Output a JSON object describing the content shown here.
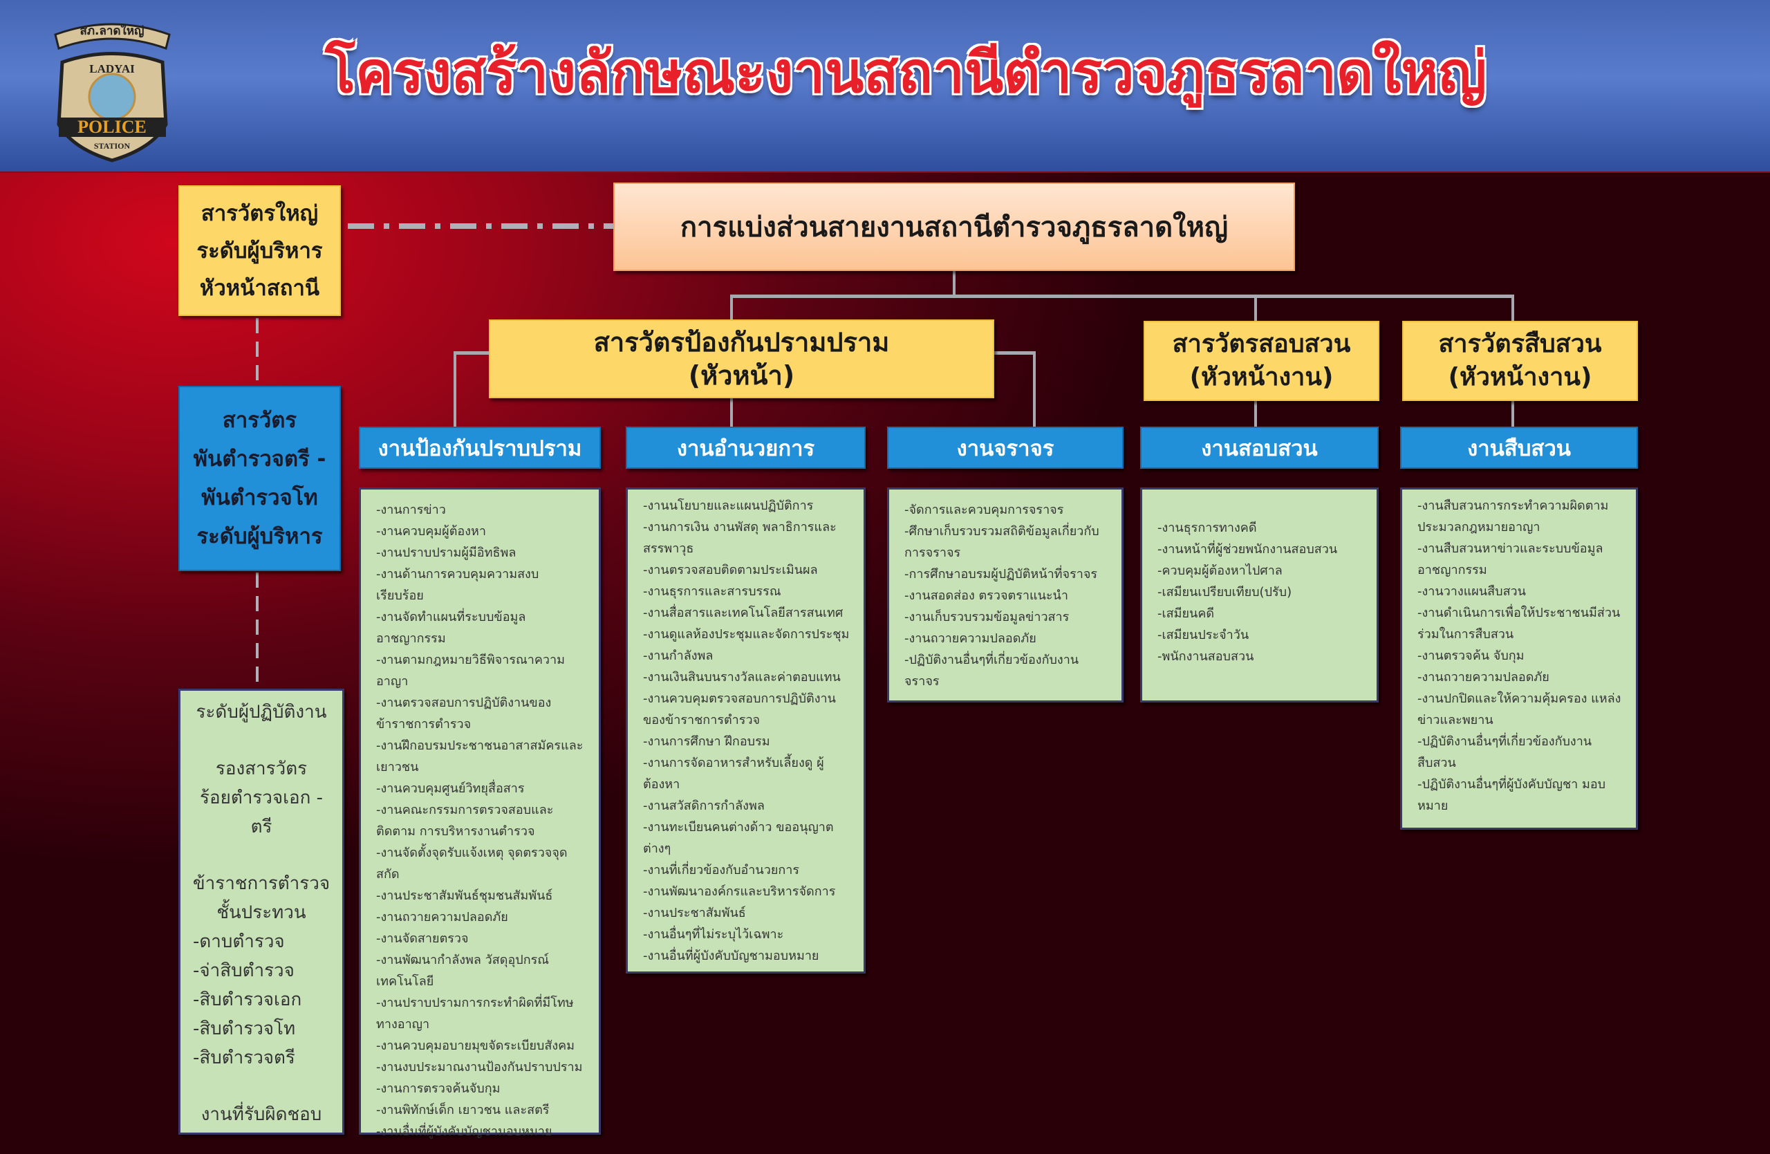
{
  "header": {
    "title": "โครงสร้างลักษณะงานสถานีตำรวจภูธรลาดใหญ่",
    "logo": {
      "top_text": "สภ.ลาดใหญ่",
      "name": "LADYAI",
      "main": "POLICE",
      "sub": "STATION",
      "icon": "police-badge-logo"
    }
  },
  "colors": {
    "header": "#4466b4",
    "title": "#e8202a",
    "yellow_box": "#fdd868",
    "blue_box": "#2190d8",
    "green_box": "#c8e2b8",
    "peach_box": "#fcc494",
    "background": "#9a0418"
  },
  "top_box": {
    "title": "การแบ่งส่วนสายงานสถานีตำรวจภูธรลาดใหญ่"
  },
  "left_column": {
    "chief": [
      "สารวัตรใหญ่",
      "ระดับผู้บริหาร",
      "หัวหน้าสถานี"
    ],
    "inspector": [
      "สารวัตร",
      "พันตำรวจตรี -",
      "พันตำรวจโท",
      "ระดับผู้บริหาร"
    ],
    "operator": {
      "heading": "ระดับผู้ปฏิบัติงาน",
      "deputy": [
        "รองสารวัตร",
        "ร้อยตำรวจเอก -",
        "ตรี"
      ],
      "ncos_heading": [
        "ข้าราชการตำรวจ",
        "ชั้นประทวน"
      ],
      "ranks": [
        "-ดาบตำรวจ",
        "-จ่าสิบตำรวจ",
        "-สิบตำรวจเอก",
        "-สิบตำรวจโท",
        "-สิบตำรวจตรี"
      ],
      "footer": "งานที่รับผิดชอบ"
    }
  },
  "heads": [
    {
      "line1": "สารวัตรป้องกันปรามปราม",
      "line2": "(หัวหน้า)"
    },
    {
      "line1": "สารวัตรสอบสวน",
      "line2": "(หัวหน้างาน)"
    },
    {
      "line1": "สารวัตรสืบสวน",
      "line2": "(หัวหน้างาน)"
    }
  ],
  "departments": [
    {
      "name": "งานป้องกันปราบปราม",
      "duties": [
        "-งานการข่าว",
        "-งานควบคุมผู้ต้องหา",
        "-งานปราบปรามผู้มีอิทธิพล",
        "-งานด้านการควบคุมความสงบเรียบร้อย",
        "-งานจัดทำแผนที่ระบบข้อมูล อาชญากรรม",
        "-งานตามกฎหมายวิธีพิจารณาความ อาญา",
        "-งานตรวจสอบการปฏิบัติงานของ ข้าราชการตำรวจ",
        "-งานฝึกอบรมประชาชนอาสาสมัครและ เยาวชน",
        "-งานควบคุมศูนย์วิทยุสื่อสาร",
        "-งานคณะกรรมการตรวจสอบและ ติดตาม การบริหารงานตำรวจ",
        "-งานจัดตั้งจุดรับแจ้งเหตุ จุดตรวจจุด สกัด",
        "-งานประชาสัมพันธ์ชุมชนสัมพันธ์",
        "-งานถวายความปลอดภัย",
        "-งานจัดสายตรวจ",
        "-งานพัฒนากำลังพล วัสดุอุปกรณ์ เทคโนโลยี",
        "-งานปราบปรามการกระทำผิดที่มีโทษ ทางอาญา",
        "-งานควบคุมอบายมุขจัดระเบียบสังคม",
        "-งานงบประมาณงานป้องกันปราบปราม",
        "-งานการตรวจค้นจับกุม",
        "-งานพิทักษ์เด็ก เยาวชน และสตรี",
        "-งานอื่นที่ผู้บังคับบัญชามอบหมาย"
      ]
    },
    {
      "name": "งานอำนวยการ",
      "duties": [
        "-งานนโยบายและแผนปฏิบัติการ",
        "-งานการเงิน งานพัสดุ พลาธิการและ สรรพาวุธ",
        "-งานตรวจสอบติดตามประเมินผล",
        "-งานธุรการและสารบรรณ",
        "-งานสื่อสารและเทคโนโลยีสารสนเทศ",
        "-งานดูแลห้องประชุมและจัดการประชุม",
        "-งานกำลังพล",
        "-งานเงินสินบนรางวัลและค่าตอบแทน",
        "-งานควบคุมตรวจสอบการปฏิบัติงาน ของข้าราชการตำรวจ",
        "-งานการศึกษา ฝึกอบรม",
        "-งานการจัดอาหารสำหรับเลี้ยงดู ผู้ต้องหา",
        "-งานสวัสดิการกำลังพล",
        "-งานทะเบียนคนต่างด้าว ขออนุญาต ต่างๆ",
        "-งานที่เกี่ยวข้องกับอำนวยการ",
        "-งานพัฒนาองค์กรและบริหารจัดการ",
        "-งานประชาสัมพันธ์",
        "-งานอื่นๆที่ไม่ระบุไว้เฉพาะ",
        "-งานอื่นที่ผู้บังคับบัญชามอบหมาย"
      ]
    },
    {
      "name": "งานจราจร",
      "duties": [
        "-จัดการและควบคุมการจราจร",
        "-ศึกษาเก็บรวบรวมสถิติข้อมูลเกี่ยวกับ การจราจร",
        "-การศึกษาอบรมผู้ปฏิบัติหน้าที่จราจร",
        "-งานสอดส่อง ตรวจตราแนะนำ",
        "-งานเก็บรวบรวมข้อมูลข่าวสาร",
        "-งานถวายความปลอดภัย",
        "-ปฏิบัติงานอื่นๆที่เกี่ยวข้องกับงาน จราจร"
      ]
    },
    {
      "name": "งานสอบสวน",
      "duties": [
        "-งานธุรการทางคดี",
        "-งานหน้าที่ผู้ช่วยพนักงานสอบสวน",
        "-ควบคุมผู้ต้องหาไปศาล",
        "-เสมียนเปรียบเทียบ(ปรับ)",
        "-เสมียนคดี",
        "-เสมียนประจำวัน",
        "-พนักงานสอบสวน"
      ]
    },
    {
      "name": "งานสืบสวน",
      "duties": [
        "-งานสืบสวนการกระทำความผิดตาม ประมวลกฎหมายอาญา",
        "-งานสืบสวนหาข่าวและระบบข้อมูล อาชญากรรม",
        "-งานวางแผนสืบสวน",
        "-งานดำเนินการเพื่อให้ประชาชนมีส่วน ร่วมในการสืบสวน",
        "-งานตรวจค้น จับกุม",
        "-งานถวายความปลอดภัย",
        "-งานปกปิดและให้ความคุ้มครอง แหล่งข่าวและพยาน",
        "-ปฏิบัติงานอื่นๆที่เกี่ยวข้องกับงาน สืบสวน",
        "-ปฏิบัติงานอื่นๆที่ผู้บังคับบัญชา มอบหมาย"
      ]
    }
  ]
}
